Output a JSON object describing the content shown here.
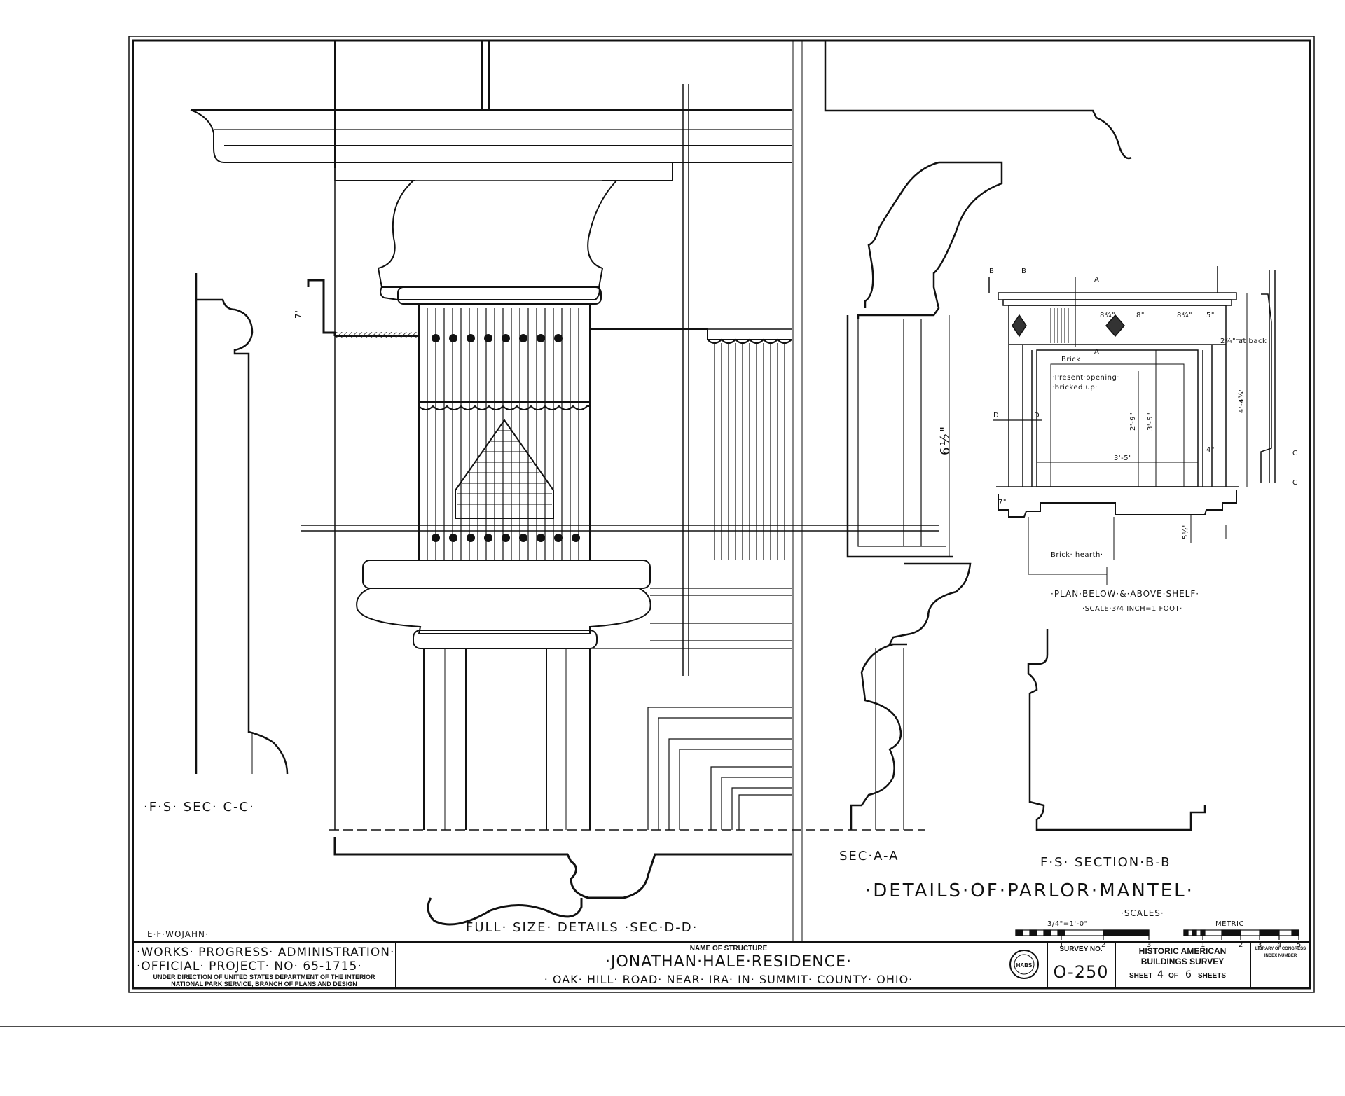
{
  "drawing": {
    "title": "·DETAILS·OF·PARLOR·MANTEL·",
    "drafter": "E·F·WOJAHN·",
    "labels": {
      "sec_cc": "·F·S· SEC· C-C·",
      "sec_dd": "FULL· SIZE· DETAILS ·SEC·D-D·",
      "sec_aa": "SEC·A-A",
      "sec_bb": "F·S· SECTION·B-B",
      "plan": "·PLAN·BELOW·&·ABOVE·SHELF·",
      "plan_scale": "·SCALE·3/4 INCH=1 FOOT·",
      "brick": "Brick",
      "present_opening_1": "·Present·opening·",
      "present_opening_2": "·bricked·up·",
      "brick_hearth": "Brick· hearth·",
      "back_note": "2¾\" at back"
    },
    "dimensions": {
      "d_7": "7\"",
      "d_6half": "6½\"",
      "d_8_3_4a": "8¾\"",
      "d_8": "8\"",
      "d_8_3_4b": "8¾\"",
      "d_5": "5\"",
      "d_2_9": "2'-9\"",
      "d_3_5": "3'-5\"",
      "d_4_4": "4'-4¾\"",
      "d_3_5w": "3'-5\"",
      "d_4": "4\"",
      "d_5half": "5½\"",
      "d_7p": "7\""
    },
    "section_marks": {
      "a": "A",
      "b": "B",
      "c": "C",
      "d": "D"
    }
  },
  "scales": {
    "caption": "·SCALES·",
    "imperial_label": "3/4\"=1'-0\"",
    "imperial_ticks": [
      "1",
      "2",
      "3"
    ],
    "metric_label": "METRIC",
    "metric_ticks": [
      "1",
      "2",
      "3",
      "4",
      "5"
    ]
  },
  "title_block": {
    "agency_1": "·WORKS· PROGRESS· ADMINISTRATION·",
    "agency_2": "·OFFICIAL· PROJECT· NO· 65-1715·",
    "direction_1": "UNDER DIRECTION OF UNITED STATES DEPARTMENT OF THE INTERIOR",
    "direction_2": "NATIONAL PARK SERVICE, BRANCH OF PLANS AND DESIGN",
    "name_caption": "NAME OF STRUCTURE",
    "structure_name": "·JONATHAN·HALE·RESIDENCE·",
    "location": "· OAK· HILL· ROAD· NEAR· IRA· IN· SUMMIT· COUNTY· OHIO·",
    "seal": "HABS",
    "survey_caption": "SURVEY NO.",
    "survey_no": "O-250",
    "habs_1": "HISTORIC AMERICAN",
    "habs_2": "BUILDINGS SURVEY",
    "sheet_label_1": "SHEET",
    "sheet_no": "4",
    "sheet_label_2": "OF",
    "sheet_total": "6",
    "sheet_label_3": "SHEETS",
    "loc_1": "LIBRARY OF CONGRESS",
    "loc_2": "INDEX NUMBER"
  }
}
